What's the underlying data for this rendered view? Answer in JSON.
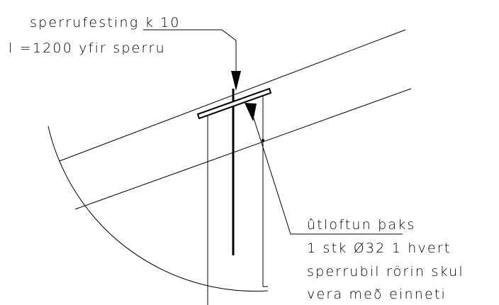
{
  "labels": {
    "top_line1": "sperrufesting k 10",
    "top_line2": "l =1200 yfir sperru",
    "bottom_line1": "ûtloftun þaks",
    "bottom_line2": "1 stk Ø32 1 hvert",
    "bottom_line3": "sperrubil rörin skul",
    "bottom_line4": "vera með einneti"
  },
  "colors": {
    "ink": "#000000",
    "background": "#ffffff"
  }
}
